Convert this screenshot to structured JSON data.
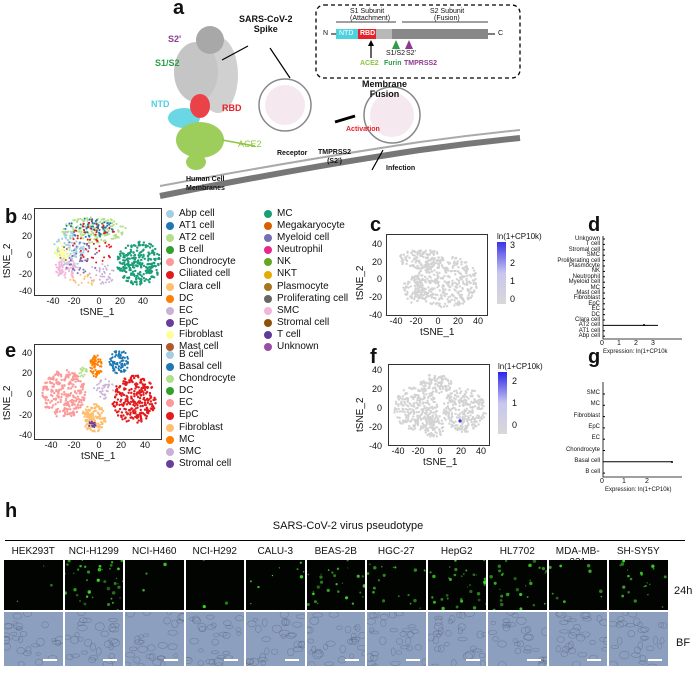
{
  "panels": {
    "a": {
      "label": "a",
      "spike_title": "SARS-CoV-2\nSpike",
      "subunit_s1": "S1 Subunit",
      "subunit_s1_sub": "(Attachment)",
      "subunit_s2": "S2 Subunit",
      "subunit_s2_sub": "(Fusion)",
      "n_term": "N",
      "c_term": "C",
      "ntd_box": "NTD",
      "rbd_box": "RBD",
      "site_s1s2": "S1/S2",
      "site_s2p": "S2'",
      "ace2_label": "ACE2",
      "furin_label": "Furin",
      "tmprss2_label": "TMPRSS2",
      "struct_s2p": "S2'",
      "struct_s1s2": "S1/S2",
      "struct_ntd": "NTD",
      "struct_rbd": "RBD",
      "struct_ace2": "ACE2",
      "membrane_fusion": "Membrane\nFusion",
      "activation": "Activation",
      "receptor": "Receptor",
      "tmprss2_s2": "TMPRSS2\n(S2')",
      "infection": "Infection",
      "human_cell": "Human Cell\nMembranes",
      "colors": {
        "ntd": "#4fd1e0",
        "rbd": "#e8202a",
        "ace2": "#8cc63f",
        "furin": "#2e9c48",
        "tmprss2": "#8e3a8e",
        "s2": "#888888"
      }
    },
    "b": {
      "label": "b",
      "xlabel": "tSNE_1",
      "ylabel": "tSNE_2",
      "yticks": [
        "40",
        "20",
        "0",
        "-20",
        "-40"
      ],
      "xticks": [
        "-40",
        "-20",
        "0",
        "20",
        "40"
      ],
      "legend_col1": [
        {
          "name": "Abp cell",
          "color": "#a6cee3"
        },
        {
          "name": "AT1 cell",
          "color": "#1f78b4"
        },
        {
          "name": "AT2 cell",
          "color": "#b2df8a"
        },
        {
          "name": "B cell",
          "color": "#33a02c"
        },
        {
          "name": "Chondrocyte",
          "color": "#fb9a99"
        },
        {
          "name": "Ciliated cell",
          "color": "#e31a1c"
        },
        {
          "name": "Clara cell",
          "color": "#fdbf6f"
        },
        {
          "name": "DC",
          "color": "#ff7f00"
        },
        {
          "name": "EC",
          "color": "#cab2d6"
        },
        {
          "name": "EpC",
          "color": "#6a3d9a"
        },
        {
          "name": "Fibroblast",
          "color": "#ffff99"
        },
        {
          "name": "Mast cell",
          "color": "#b15928"
        }
      ],
      "legend_col2": [
        {
          "name": "MC",
          "color": "#1b9e77"
        },
        {
          "name": "Megakaryocyte",
          "color": "#d95f02"
        },
        {
          "name": "Myeloid cell",
          "color": "#7570b3"
        },
        {
          "name": "Neutrophil",
          "color": "#e7298a"
        },
        {
          "name": "NK",
          "color": "#66a61e"
        },
        {
          "name": "NKT",
          "color": "#e6ab02"
        },
        {
          "name": "Plasmocyte",
          "color": "#a6761d"
        },
        {
          "name": "Proliferating cell",
          "color": "#666666"
        },
        {
          "name": "SMC",
          "color": "#f1b6da"
        },
        {
          "name": "Stromal cell",
          "color": "#8c510a"
        },
        {
          "name": "T cell",
          "color": "#5e3c99"
        },
        {
          "name": "Unknown",
          "color": "#984ea3"
        }
      ]
    },
    "c": {
      "label": "c",
      "xlabel": "tSNE_1",
      "ylabel": "tSNE_2",
      "yticks": [
        "40",
        "20",
        "0",
        "-20",
        "-40"
      ],
      "xticks": [
        "-40",
        "-20",
        "0",
        "20",
        "40"
      ],
      "colorbar_title": "ln(1+CP10k)",
      "colorbar_ticks": [
        "3",
        "2",
        "1",
        "0"
      ]
    },
    "d": {
      "label": "d",
      "categories": [
        "Unknown",
        "T cell",
        "Stromal cell",
        "SMC",
        "Proliferating cell",
        "Plasmocyte",
        "NK",
        "Neutrophil",
        "Myeloid cell",
        "MC",
        "Mast cell",
        "Fibroblast",
        "EpC",
        "EC",
        "DC",
        "Clara cell",
        "AT2 cell",
        "AT1 cell",
        "Abp cell"
      ],
      "xticks": [
        "0",
        "1",
        "2",
        "3"
      ],
      "xlabel": "Expression: ln(1+CP10k"
    },
    "e": {
      "label": "e",
      "xlabel": "tSNE_1",
      "ylabel": "tSNE_2",
      "yticks": [
        "40",
        "20",
        "0",
        "-20",
        "-40"
      ],
      "xticks": [
        "-40",
        "-20",
        "0",
        "20",
        "40"
      ],
      "legend": [
        {
          "name": "B cell",
          "color": "#a6cee3"
        },
        {
          "name": "Basal cell",
          "color": "#1f78b4"
        },
        {
          "name": "Chondrocyte",
          "color": "#b2df8a"
        },
        {
          "name": "DC",
          "color": "#33a02c"
        },
        {
          "name": "EC",
          "color": "#fb9a99"
        },
        {
          "name": "EpC",
          "color": "#e31a1c"
        },
        {
          "name": "Fibroblast",
          "color": "#fdbf6f"
        },
        {
          "name": "MC",
          "color": "#ff7f00"
        },
        {
          "name": "SMC",
          "color": "#cab2d6"
        },
        {
          "name": "Stromal cell",
          "color": "#6a3d9a"
        }
      ]
    },
    "f": {
      "label": "f",
      "xlabel": "tSNE_1",
      "ylabel": "tSNE_2",
      "yticks": [
        "40",
        "20",
        "0",
        "-20",
        "-40"
      ],
      "xticks": [
        "-40",
        "-20",
        "0",
        "20",
        "40"
      ],
      "colorbar_title": "ln(1+CP10k)",
      "colorbar_ticks": [
        "2",
        "1",
        "0"
      ]
    },
    "g": {
      "label": "g",
      "categories": [
        "SMC",
        "MC",
        "Fibroblast",
        "EpC",
        "EC",
        "Chondrocyte",
        "Basal cell",
        "B cell"
      ],
      "xticks": [
        "0",
        "1",
        "2"
      ],
      "xlabel": "Expression: ln(1+CP10k)"
    },
    "h": {
      "label": "h",
      "title": "SARS-CoV-2 virus pseudotype",
      "cell_lines": [
        "HEK293T",
        "NCI-H1299",
        "NCI-H460",
        "NCI-H292",
        "CALU-3",
        "BEAS-2B",
        "HGC-27",
        "HepG2",
        "HL7702",
        "MDA-MB-231",
        "SH-SY5Y"
      ],
      "green_intensity": [
        0.05,
        0.7,
        0.05,
        0.05,
        0.15,
        0.45,
        0.3,
        0.55,
        0.5,
        0.15,
        0.35
      ],
      "row_24h": "24h",
      "row_bf": "BF"
    }
  }
}
